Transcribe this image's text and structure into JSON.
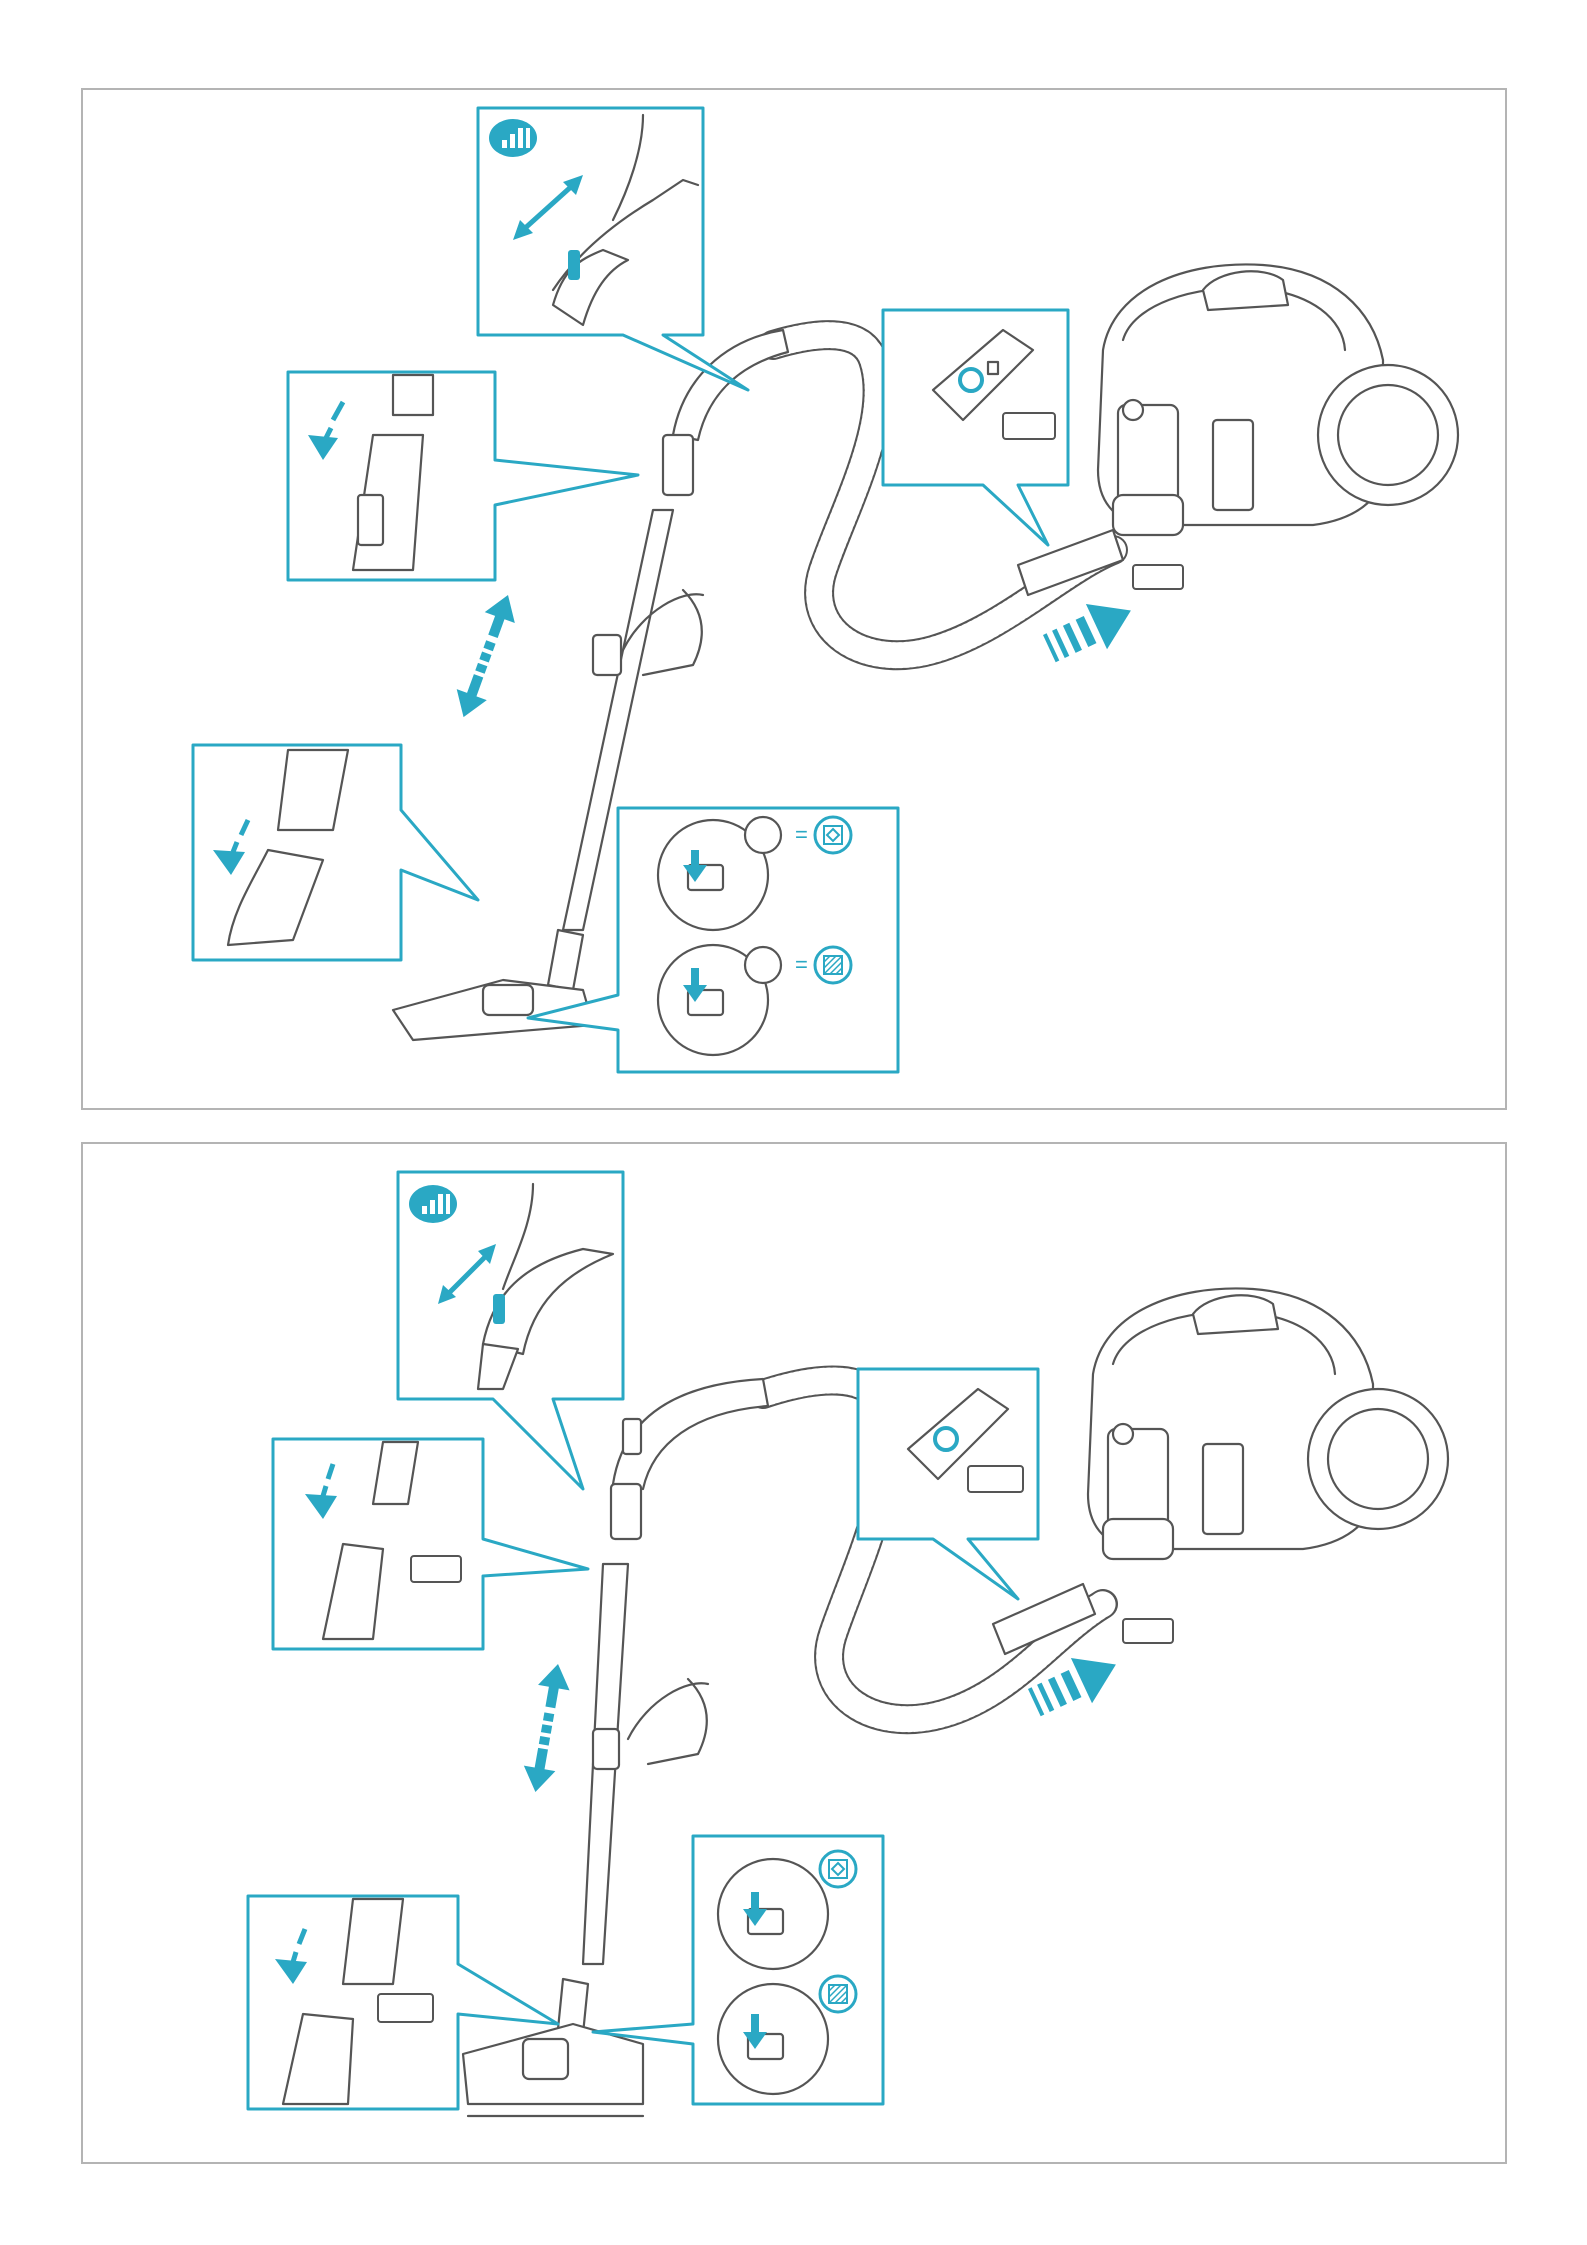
{
  "colors": {
    "accent": "#2aa8c4",
    "line": "#555555",
    "frame": "#b4b4b4"
  },
  "icons": [
    "signal-bars-icon",
    "double-arrow-icon",
    "down-arrow-icon",
    "striped-push-arrow-icon",
    "hard-floor-icon",
    "carpet-icon"
  ],
  "panels": [
    {
      "id": "top",
      "variant": "standard hose handle",
      "callouts": [
        "power-control-handle",
        "handle-to-tube-connection",
        "tube-to-nozzle-connection",
        "hose-inlet-connection",
        "nozzle-floor-setting"
      ]
    },
    {
      "id": "bottom",
      "variant": "ergonomic hose handle",
      "callouts": [
        "power-control-handle",
        "handle-to-tube-connection",
        "tube-to-nozzle-connection",
        "hose-inlet-connection",
        "nozzle-floor-setting"
      ]
    }
  ]
}
